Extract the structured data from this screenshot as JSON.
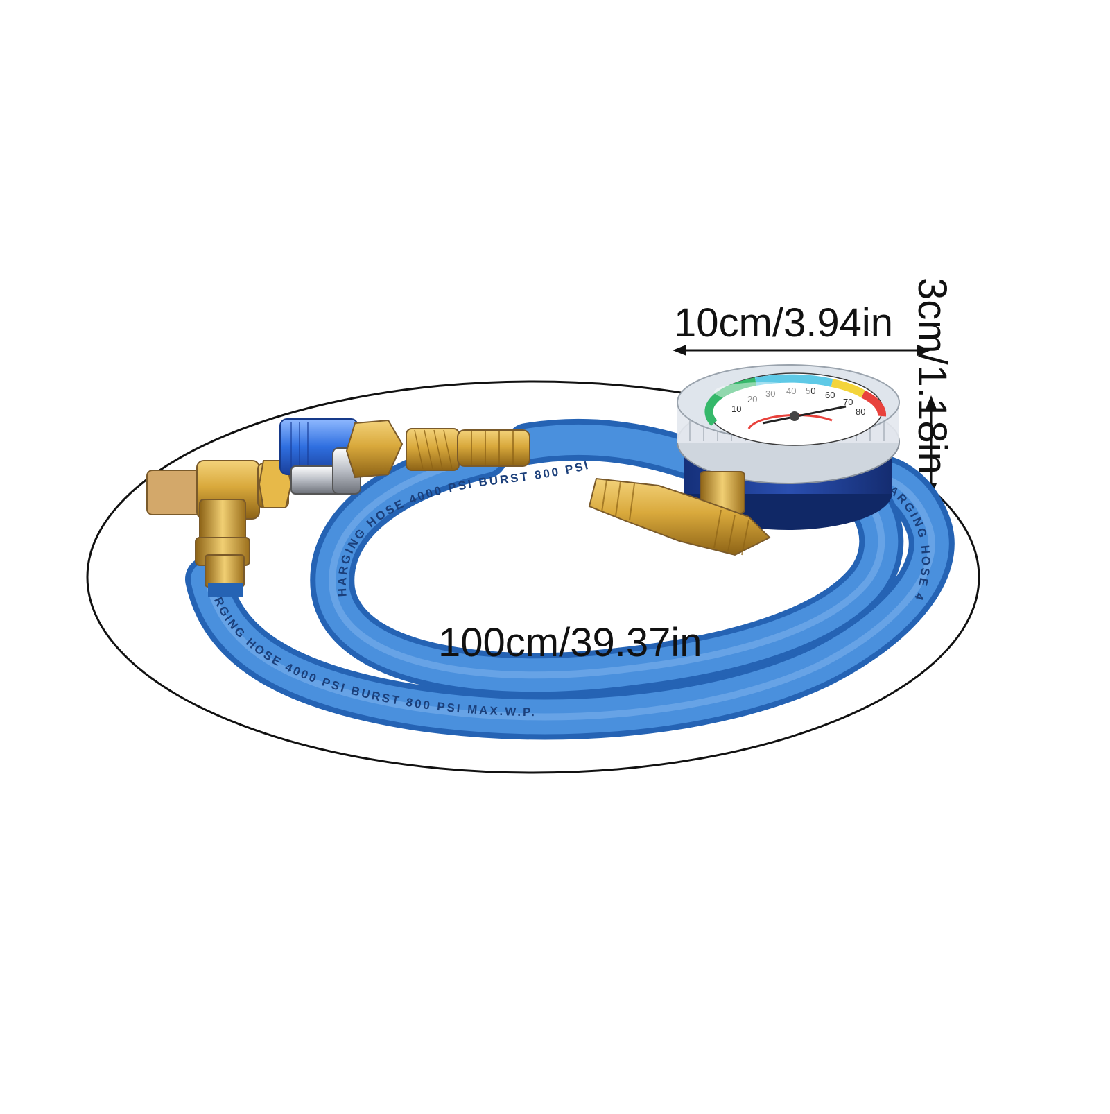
{
  "dimensions": {
    "gauge_width": "10cm/3.94in",
    "gauge_depth": "3cm/1.18in",
    "hose_length": "100cm/39.37in"
  },
  "hose_print": {
    "outer": "HARGING HOSE 4000 PSI BURST 800 PSI MAX.W.P.",
    "inner": "HARGING HOSE 4000 PSI BURST 800 PSI MAX.W.P.",
    "right": "HARGING HOSE 4000 PSI"
  },
  "gauge": {
    "scale_numbers": [
      "10",
      "20",
      "30",
      "40",
      "50",
      "60",
      "70",
      "80"
    ]
  },
  "colors": {
    "hose_blue": "#3f86d6",
    "hose_dark": "#2563b4",
    "brass": "#d9a93c",
    "gauge_body": "#1c3a8c",
    "outline": "#111111"
  }
}
